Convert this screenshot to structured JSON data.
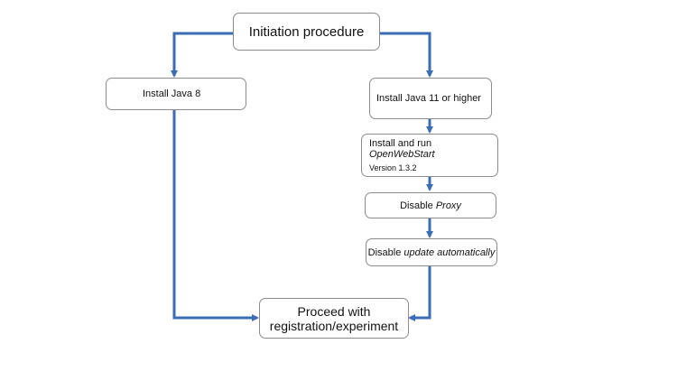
{
  "nodes": {
    "initiation": {
      "label": "Initiation procedure"
    },
    "java8": {
      "label": "Install Java 8"
    },
    "java11": {
      "label": "Install Java 11 or higher"
    },
    "openwebstart": {
      "prefix": "Install  and run ",
      "emphasis": "OpenWebStart",
      "version": "Version  1.3.2"
    },
    "proxy": {
      "prefix": "Disable ",
      "emphasis": "Proxy"
    },
    "update": {
      "prefix": "Disable ",
      "emphasis": "update automatically"
    },
    "proceed": {
      "line1": "Proceed with",
      "line2": "registration/experiment"
    }
  },
  "colors": {
    "connector": "#3a6db3",
    "border": "#8c8c8c"
  }
}
